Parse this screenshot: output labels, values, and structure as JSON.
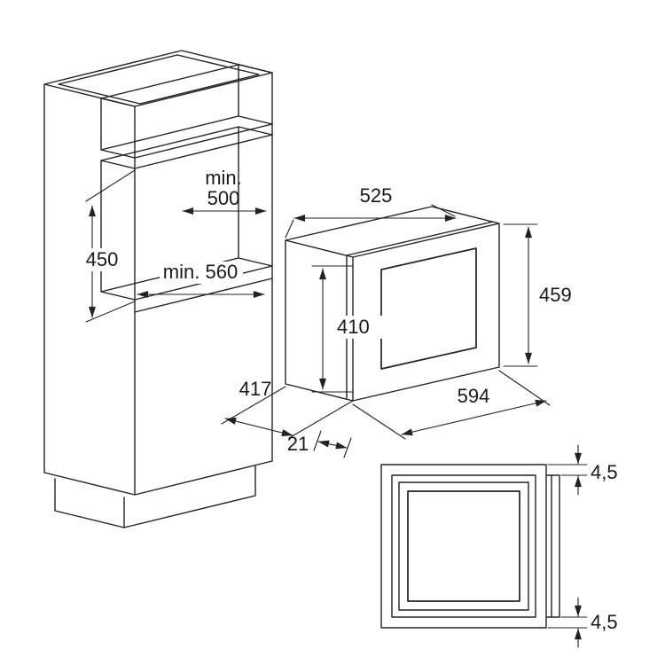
{
  "page": {
    "background": "#ffffff",
    "stroke_color": "#222222",
    "text_color": "#1a1a1a"
  },
  "diagram": {
    "kind": "appliance-installation-dimension-drawing",
    "subject": "built-in microwave oven in tall cabinet niche",
    "views": {
      "cabinet": {
        "dim_niche_width_line1": "min.",
        "dim_niche_width_line2": "500",
        "dim_niche_height": "450",
        "dim_niche_depth": "min. 560"
      },
      "microwave": {
        "dim_top_depth": "525",
        "dim_front_height": "459",
        "dim_body_height": "410",
        "dim_body_depth": "417",
        "dim_front_width": "594",
        "dim_frame_offset": "21"
      },
      "front_view": {
        "dim_overhang_top": "4,5",
        "dim_overhang_bottom": "4,5"
      }
    }
  }
}
